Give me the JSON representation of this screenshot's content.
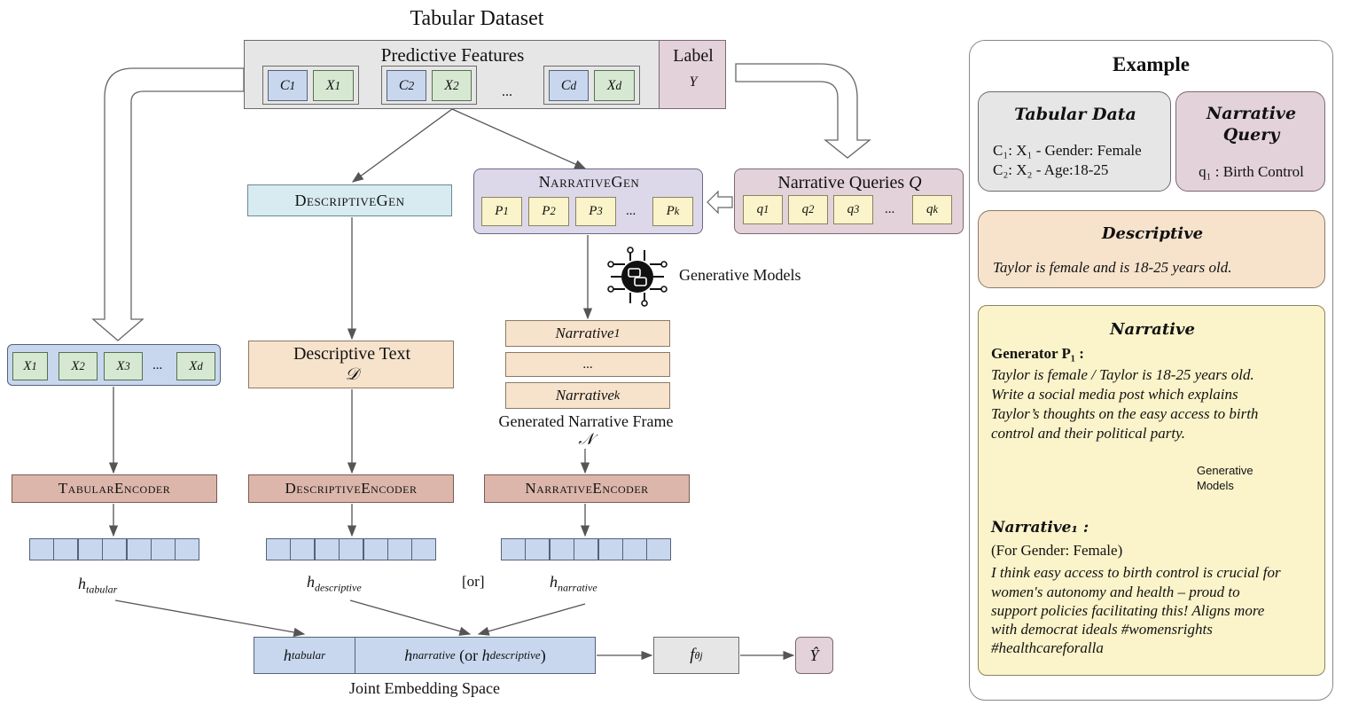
{
  "main": {
    "title": "Tabular Dataset",
    "predictive_features": "Predictive Features",
    "label": "Label",
    "label_symbol": "Y",
    "features": [
      {
        "c": "C",
        "c_sub": "1",
        "x": "X",
        "x_sub": "1"
      },
      {
        "c": "C",
        "c_sub": "2",
        "x": "X",
        "x_sub": "2"
      },
      {
        "c": "C",
        "c_sub": "d",
        "x": "X",
        "x_sub": "d"
      }
    ],
    "ellipsis": "...",
    "descriptive_gen": "DescriptiveGen",
    "narrative_gen": "NarrativeGen",
    "prompts": [
      "P",
      "P",
      "P",
      "P"
    ],
    "prompt_subs": [
      "1",
      "2",
      "3",
      "k"
    ],
    "narrative_queries": "Narrative Queries",
    "queries_symbol": "Q",
    "queries": [
      "q",
      "q",
      "q",
      "q"
    ],
    "query_subs": [
      "1",
      "2",
      "3",
      "k"
    ],
    "generative_models": "Generative Models",
    "tabular_row": [
      "X",
      "X",
      "X",
      "X"
    ],
    "tabular_row_subs": [
      "1",
      "2",
      "3",
      "d"
    ],
    "descriptive_text": "Descriptive Text",
    "descriptive_symbol": "𝒟",
    "narrative_1": "Narrative",
    "narrative_1_sub": "1",
    "narrative_k": "Narrative",
    "narrative_k_sub": "k",
    "generated_narrative_frame": "Generated Narrative Frame",
    "narrative_symbol": "𝒩",
    "tabular_encoder": "TabularEncoder",
    "descriptive_encoder": "DescriptiveEncoder",
    "narrative_encoder": "NarrativeEncoder",
    "h_tabular": "h",
    "h_tabular_sub": "tabular",
    "h_descriptive": "h",
    "h_descriptive_sub": "descriptive",
    "h_narrative": "h",
    "h_narrative_sub": "narrative",
    "or_label": "[or]",
    "joint_left": "h",
    "joint_left_sub": "tabular",
    "joint_right_a": "h",
    "joint_right_a_sub": "narrative",
    "joint_right_or": " (or ",
    "joint_right_b": "h",
    "joint_right_b_sub": "descriptive",
    "joint_right_close": ")",
    "joint_space": "Joint Embedding Space",
    "f_theta": "f",
    "f_theta_sub": "θj",
    "y_hat": "Ŷ"
  },
  "example": {
    "title": "Example",
    "tabular_data_title": "Tabular Data",
    "tabular_line1": "C₁: X₁ - Gender: Female",
    "tabular_line2": "C₂: X₂ - Age:18-25",
    "narrative_query_title_1": "Narrative",
    "narrative_query_title_2": "Query",
    "narrative_query_value": "q₁ : Birth Control",
    "descriptive_title": "Descriptive",
    "descriptive_text": "Taylor is female and is 18-25 years old.",
    "narrative_title": "Narrative",
    "generator_label": "Generator P₁ :",
    "generator_lines": [
      "Taylor is female / Taylor is 18-25 years old.",
      "Write a social media post which explains",
      "Taylor’s thoughts on the easy access to birth",
      "control and their political party."
    ],
    "gen_models_1": "Generative",
    "gen_models_2": "Models",
    "narrative_1_label": "Narrative₁ :",
    "for_gender": "(For Gender: Female)",
    "output_lines": [
      "I think easy access to birth control is crucial for",
      "women's autonomy and health – proud to",
      "support policies facilitating this! Aligns more",
      "with democrat ideals #womensrights",
      "#healthcareforalla"
    ]
  }
}
